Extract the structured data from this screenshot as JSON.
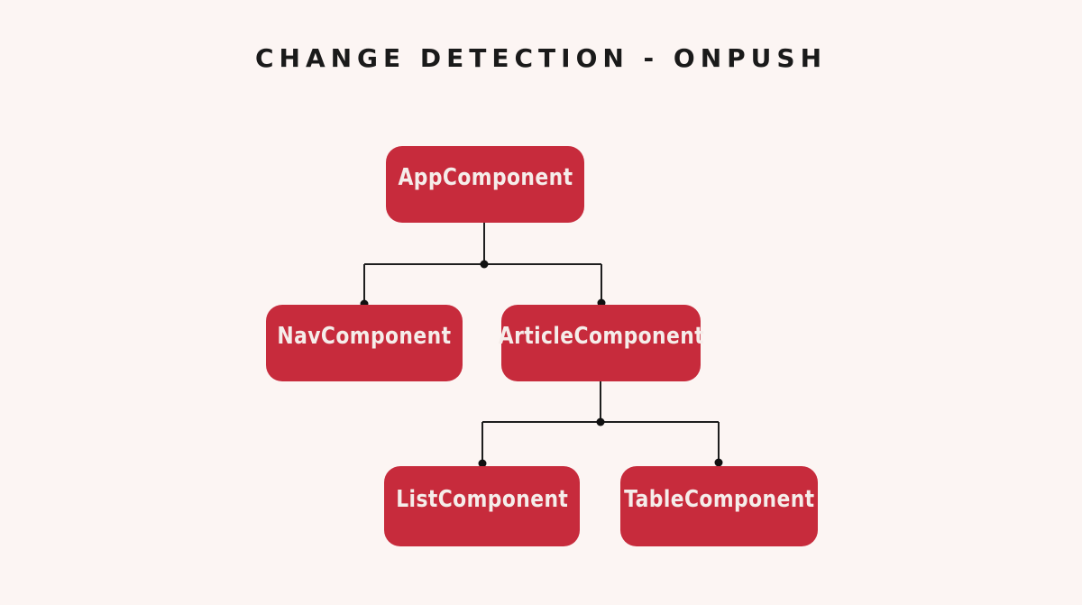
{
  "title": "CHANGE DETECTION - ONPUSH",
  "diagram": {
    "type": "component-tree",
    "nodes": [
      {
        "id": "app",
        "label": "AppComponent"
      },
      {
        "id": "nav",
        "label": "NavComponent"
      },
      {
        "id": "article",
        "label": "ArticleComponent"
      },
      {
        "id": "list",
        "label": "ListComponent"
      },
      {
        "id": "table",
        "label": "TableComponent"
      }
    ],
    "edges": [
      {
        "from": "AppComponent",
        "to": "NavComponent"
      },
      {
        "from": "AppComponent",
        "to": "ArticleComponent"
      },
      {
        "from": "ArticleComponent",
        "to": "ListComponent"
      },
      {
        "from": "ArticleComponent",
        "to": "TableComponent"
      }
    ],
    "colors": {
      "background": "#FCF5F3",
      "node_fill": "#C72B3C",
      "node_text": "#F5EDEA",
      "connector": "#1E1E1E",
      "title_text": "#1A1A1A"
    }
  }
}
